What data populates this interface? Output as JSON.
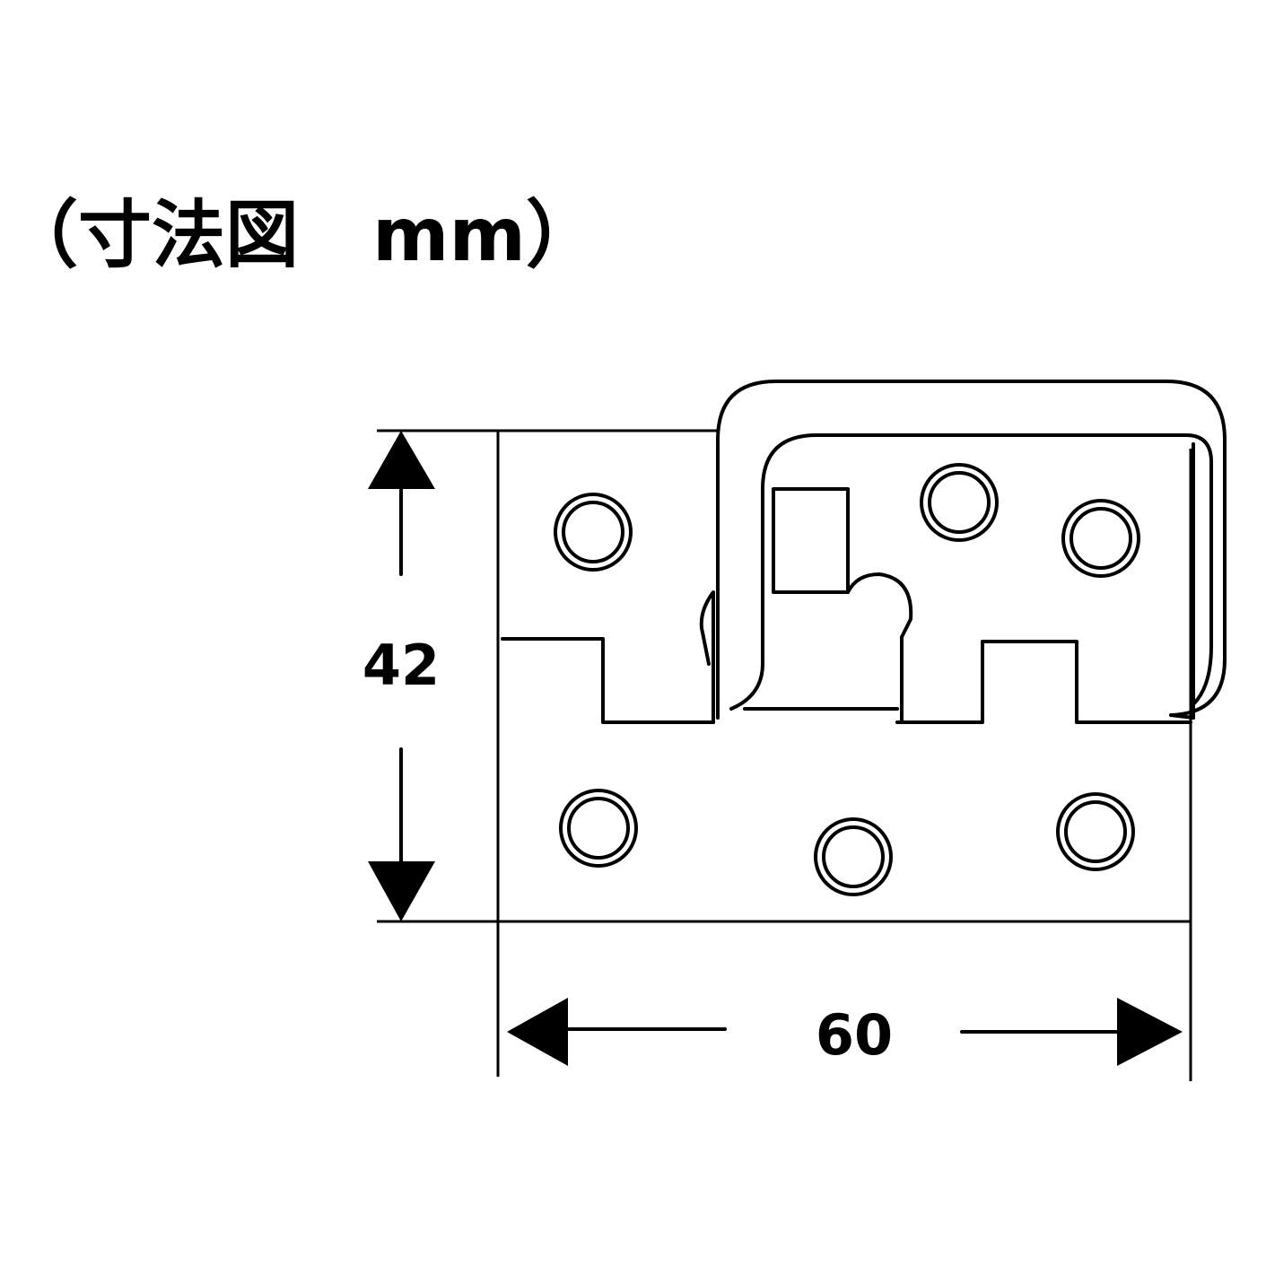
{
  "title": "（寸法図　mm）",
  "dimensions": {
    "height_label": "42",
    "width_label": "60"
  },
  "colors": {
    "line": "#000000",
    "background": "#ffffff"
  }
}
